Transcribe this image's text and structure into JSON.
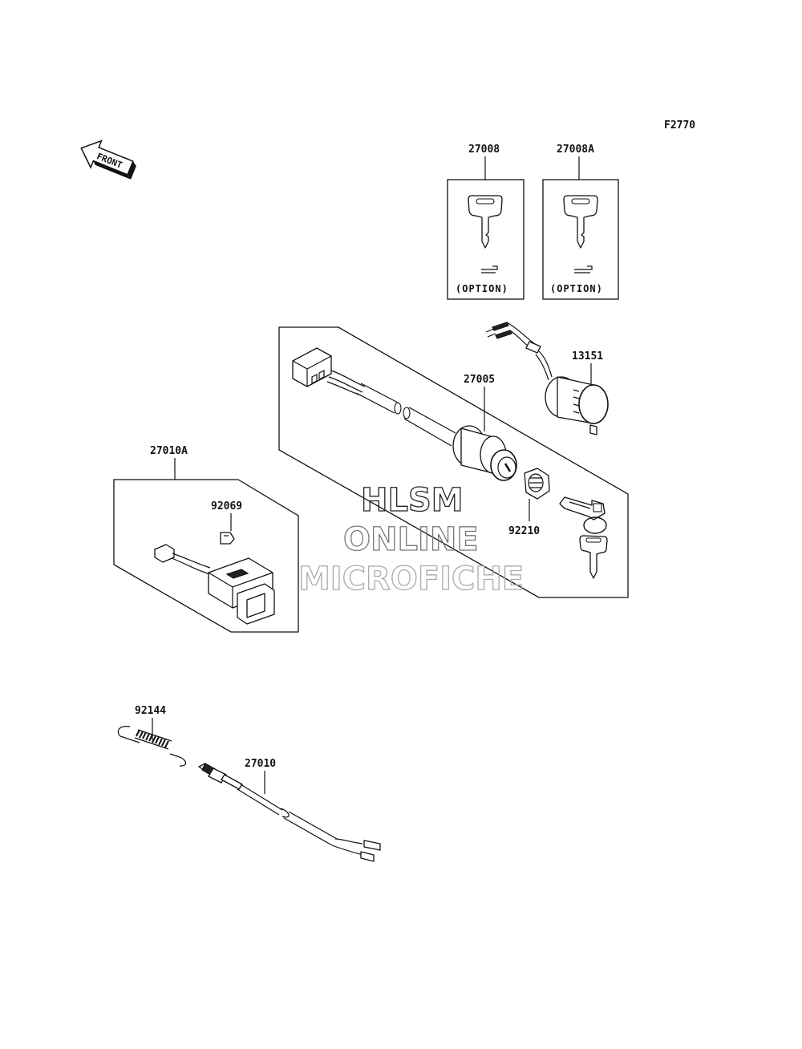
{
  "figure_id": "F2770",
  "front_arrow": {
    "text": "FRONT",
    "icon": "front-direction-arrow-icon"
  },
  "parts": {
    "p27008": {
      "label": "27008",
      "note": "(OPTION)"
    },
    "p27008A": {
      "label": "27008A",
      "note": "(OPTION)"
    },
    "p27005": {
      "label": "27005"
    },
    "p13151": {
      "label": "13151"
    },
    "p92210": {
      "label": "92210"
    },
    "p27010A": {
      "label": "27010A"
    },
    "p92069": {
      "label": "92069"
    },
    "p92144": {
      "label": "92144"
    },
    "p27010": {
      "label": "27010"
    }
  },
  "watermark": {
    "line1": "HLSM",
    "line2": "ONLINE",
    "line3": "MICROFICHE"
  }
}
